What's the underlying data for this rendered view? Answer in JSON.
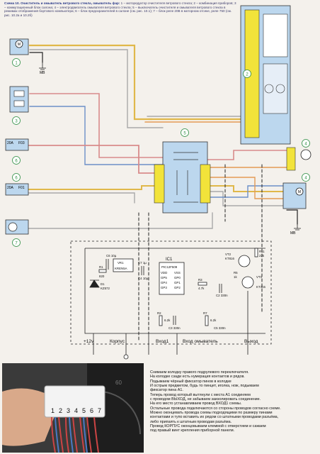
{
  "caption": {
    "heading": "Схема 10. Очиститель и омыватель ветрового стекла, омыватель фар:",
    "lines": [
      "1 – моторедуктор очистителя ветрового стекла; 2 – комбинация приборов; 3 – коммутационный блок салона; 4 – электродвигатель омывателя ветрового стекла; 5 – выключатель очистителя и омывателя ветрового стекла в",
      "режимах отображения бортового компьютера; 6 – блок предохранителей в салоне (см. рис. 10.1);",
      "7 – блок реле 20В в моторном отсеке, реле 750 (см. рис. 10.2а и 10.2б)"
    ]
  },
  "components": {
    "c1": "1",
    "c2": "2",
    "c3": "3",
    "c4": "4",
    "c5": "5",
    "c6": "6",
    "c7": "7",
    "fuse_f03": "F03",
    "fuse_f01": "F01",
    "fuse_rating_1": "20A",
    "fuse_rating_2": "20A",
    "ground_1": "MB",
    "ground_2": "MB",
    "motor_symbol": "M"
  },
  "schematic": {
    "ic_label": "IC1",
    "ic_part": "PIC12F509",
    "vr_label": "VR1",
    "vr_part": "KREN5A",
    "diode_label": "D1",
    "diode_part": "KZ572",
    "transistor_1": "VT2",
    "transistor_1_part": "KT816",
    "transistor_2": "VT1",
    "transistor_2_part": "KT315",
    "r1": "R1",
    "r1_val": "820",
    "r2": "R2",
    "r2_val": "6.2k",
    "r3": "R3",
    "r3_val": "4.7k",
    "r5": "R5",
    "r5_val": "1k",
    "r7": "R7",
    "r7_val": "6.2k",
    "r11": "R11",
    "r11_val": "22k",
    "c_values": [
      "C6 10µ",
      "C7 1µ",
      "C4 10µ",
      "C3 330n",
      "C5 330n",
      "C2 330n"
    ],
    "pins": [
      "VDD",
      "GP5",
      "GP4",
      "GP3",
      "VSS",
      "GP0",
      "GP1",
      "GP2"
    ],
    "terminals": {
      "plus12v": "+12v",
      "ground": "Корпус",
      "input1": "Вход1",
      "input_washer": "Вход омыватель",
      "output": "Выход"
    }
  },
  "photo": {
    "pin_numbers": [
      "1",
      "2",
      "3",
      "4",
      "5",
      "6",
      "7"
    ]
  },
  "instructions": [
    "Снимаем колодку правого подрулевого переключателя.",
    "На колодке сзади есть нумерация контактов и рядов.",
    "Подымаем чёрный фиксатор пинов в колодке",
    "И острым предметом, будь то пинцет, иголка, нож, подымаем",
    "фиксатор пина А1.",
    "Теперь провод который вытянули с места  А1 соединяем",
    "с проводом ВЫХОД, не забываем заизолировать соединение.",
    "На его место устанавливаем провод ВХОД1 схемы.",
    "Остальные провода подключаются со стороны проводов согласно схеме.",
    "Можно оконцевать провода схемы подходящими по размеру пинами",
    "контактами и тупо вставить их рядом со штатными проводами разъёма,",
    "либо припаять к штатным проводам разъёма.",
    "Провод КОРПУС оконцовываем клеммой с отверстием и сажаем",
    "под правый винт крепления приборной панели."
  ],
  "colors": {
    "wire_yellow": "#e0b84a",
    "wire_orange": "#e39a55",
    "wire_pink": "#d88b8b",
    "wire_gray": "#a9a9a9",
    "wire_blue": "#6c8fc8",
    "wire_black": "#222222",
    "box_blue": "#bcd7ee",
    "box_yellow": "#f2e33a",
    "label_green": "#2f8f45"
  }
}
